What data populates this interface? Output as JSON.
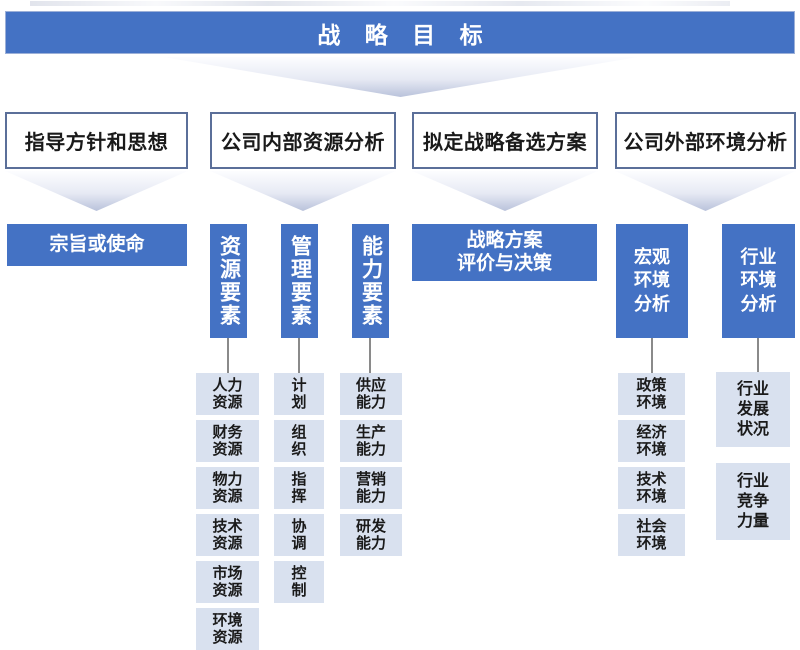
{
  "colors": {
    "accent_blue": "#4472C4",
    "leaf_fill": "#D9E1EF",
    "outline_border": "#5B6F99",
    "connector": "#8A8A8A",
    "text_dark": "#1A1A1A",
    "text_light": "#FFFFFF"
  },
  "title": {
    "text": "战 略 目 标"
  },
  "row2": [
    {
      "label": "指导方针和思想"
    },
    {
      "label": "公司内部资源分析"
    },
    {
      "label": "拟定战略备选方案"
    },
    {
      "label": "公司外部环境分析"
    }
  ],
  "row3": [
    {
      "label": "宗旨或使命"
    },
    {
      "label": "资源要素"
    },
    {
      "label": "管理要素"
    },
    {
      "label": "能力要素"
    },
    {
      "label_line1": "战略方案",
      "label_line2": "评价与决策"
    },
    {
      "label_line1": "宏观",
      "label_line2": "环境",
      "label_line3": "分析"
    },
    {
      "label_line1": "行业",
      "label_line2": "环境",
      "label_line3": "分析"
    }
  ],
  "leaves": {
    "resource": [
      {
        "line1": "人力",
        "line2": "资源"
      },
      {
        "line1": "财务",
        "line2": "资源"
      },
      {
        "line1": "物力",
        "line2": "资源"
      },
      {
        "line1": "技术",
        "line2": "资源"
      },
      {
        "line1": "市场",
        "line2": "资源"
      },
      {
        "line1": "环境",
        "line2": "资源"
      }
    ],
    "management": [
      {
        "line1": "计",
        "line2": "划"
      },
      {
        "line1": "组",
        "line2": "织"
      },
      {
        "line1": "指",
        "line2": "挥"
      },
      {
        "line1": "协",
        "line2": "调"
      },
      {
        "line1": "控",
        "line2": "制"
      }
    ],
    "capability": [
      {
        "line1": "供应",
        "line2": "能力"
      },
      {
        "line1": "生产",
        "line2": "能力"
      },
      {
        "line1": "营销",
        "line2": "能力"
      },
      {
        "line1": "研发",
        "line2": "能力"
      }
    ],
    "macro": [
      {
        "line1": "政策",
        "line2": "环境"
      },
      {
        "line1": "经济",
        "line2": "环境"
      },
      {
        "line1": "技术",
        "line2": "环境"
      },
      {
        "line1": "社会",
        "line2": "环境"
      }
    ],
    "industry": [
      {
        "line1": "行业",
        "line2": "发展",
        "line3": "状况"
      },
      {
        "line1": "行业",
        "line2": "竞争",
        "line3": "力量"
      }
    ]
  }
}
